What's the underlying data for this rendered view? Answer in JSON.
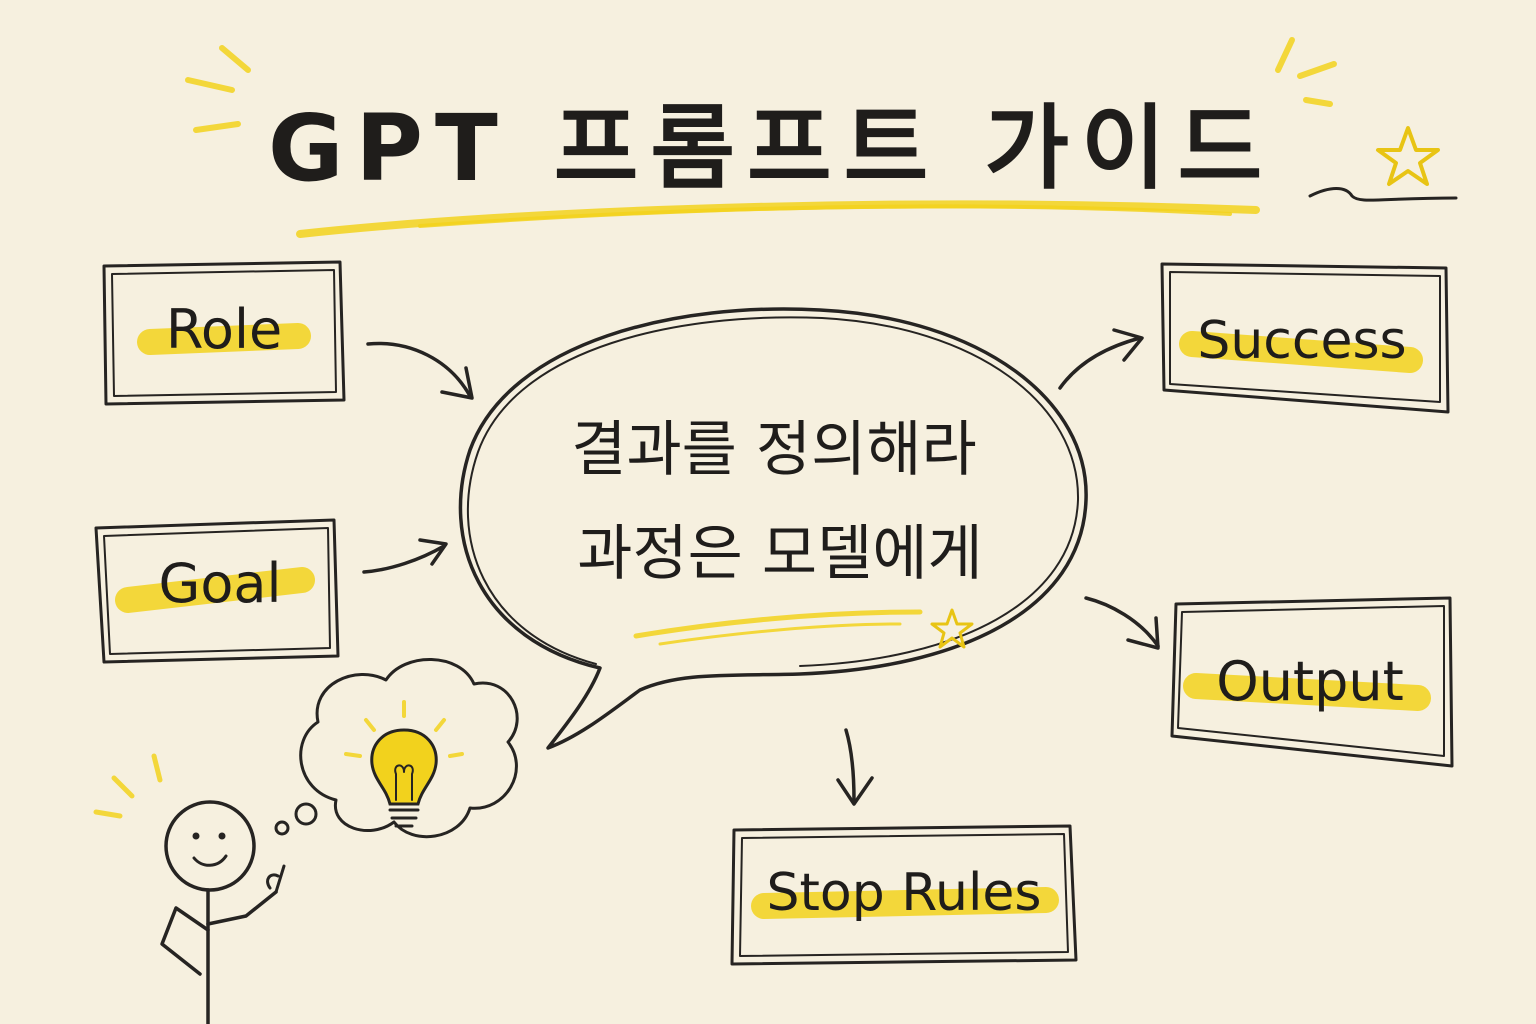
{
  "title": "GPT 프롬프트 가이드",
  "center_bubble": {
    "line1": "결과를 정의해라",
    "line2": "과정은 모델에게"
  },
  "boxes": {
    "role": "Role",
    "goal": "Goal",
    "success": "Success",
    "output": "Output",
    "stop_rules": "Stop Rules"
  },
  "colors": {
    "paper": "#f6f0df",
    "ink": "#262422",
    "highlight": "#f2d21d"
  },
  "icons": [
    "lightbulb-icon",
    "star-icon",
    "stick-figure",
    "thought-cloud",
    "sparkle-lines"
  ]
}
